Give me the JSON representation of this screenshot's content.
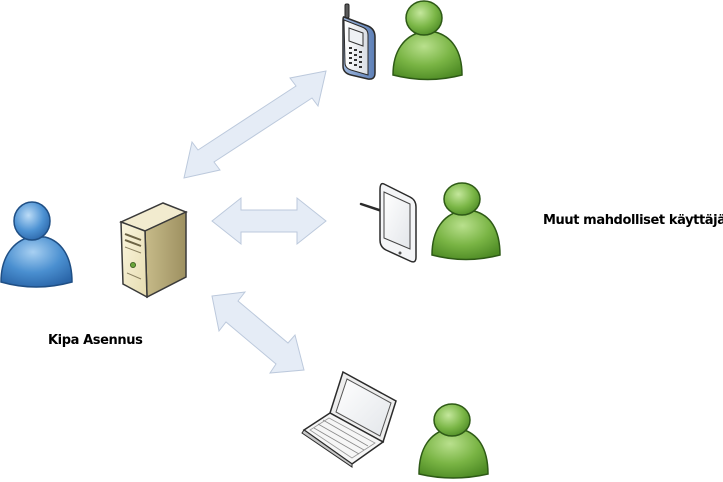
{
  "labels": {
    "installation": "Kipa Asennus",
    "other_users": "Muut mahdolliset käyttäjät"
  },
  "nodes": [
    {
      "id": "admin-user",
      "icon": "user-icon",
      "color": "#3f83c6"
    },
    {
      "id": "server",
      "icon": "server-tower-icon"
    },
    {
      "id": "phone",
      "icon": "mobile-phone-icon"
    },
    {
      "id": "tablet",
      "icon": "tablet-icon"
    },
    {
      "id": "laptop",
      "icon": "laptop-icon"
    },
    {
      "id": "user-phone",
      "icon": "user-icon",
      "color": "#6aa53a"
    },
    {
      "id": "user-tablet",
      "icon": "user-icon",
      "color": "#6aa53a"
    },
    {
      "id": "user-laptop",
      "icon": "user-icon",
      "color": "#6aa53a"
    }
  ],
  "connections": [
    {
      "from": "server",
      "to": "phone",
      "type": "bidirectional"
    },
    {
      "from": "server",
      "to": "tablet",
      "type": "bidirectional"
    },
    {
      "from": "server",
      "to": "laptop",
      "type": "bidirectional"
    }
  ],
  "colors": {
    "arrow_fill": "#e5ecf6",
    "arrow_stroke": "#bcc9dc",
    "user_green": "#6aa53a",
    "user_blue": "#3f83c6"
  }
}
